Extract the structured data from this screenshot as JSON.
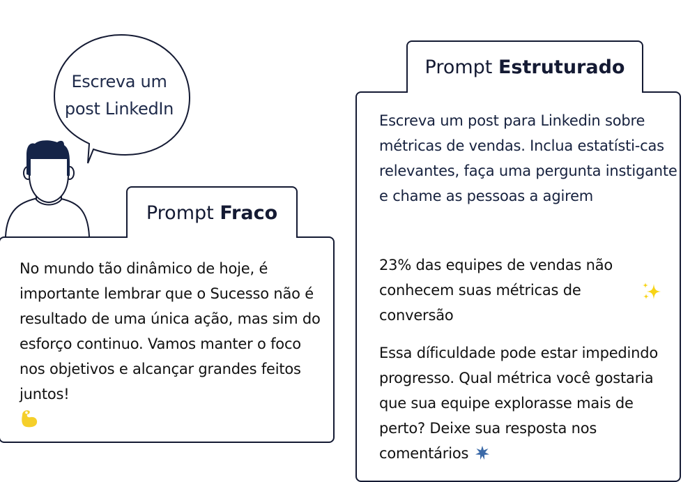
{
  "speech_bubble": {
    "line1": "Escreva um",
    "line2": "post LinkedIn"
  },
  "weak_prompt": {
    "tab_label_regular": "Prompt ",
    "tab_label_bold": "Fraco",
    "body": "No mundo tão dinâmico de hoje, é importante lembrar que o Sucesso não é resultado de uma única ação, mas sim do esforço continuo. Vamos manter o foco nos objetivos e alcançar grandes feitos juntos!",
    "emoji": "flexed-biceps-icon"
  },
  "structured_prompt": {
    "tab_label_regular": "Prompt ",
    "tab_label_bold": "Estruturado",
    "instruction": "Escreva um post para Linkedin sobre métricas de vendas. Inclua estatísti-cas relevantes, faça uma pergunta instigante e chame as pessoas a agirem",
    "statistic": "23% das equipes de vendas não conhecem suas métricas de conversão",
    "statistic_emoji": "sparkles-icon",
    "question": "Essa díficuldade pode estar impedindo progresso. Qual métrica você gostaria que sua equipe explorasse mais de perto? Deixe sua resposta nos comentários",
    "question_emoji": "star-icon"
  },
  "colors": {
    "outline": "#141a33",
    "hair": "#152448",
    "flex_emoji": "#f5cf2a",
    "sparkle": "#f7d417",
    "star": "#3b6aa8"
  }
}
